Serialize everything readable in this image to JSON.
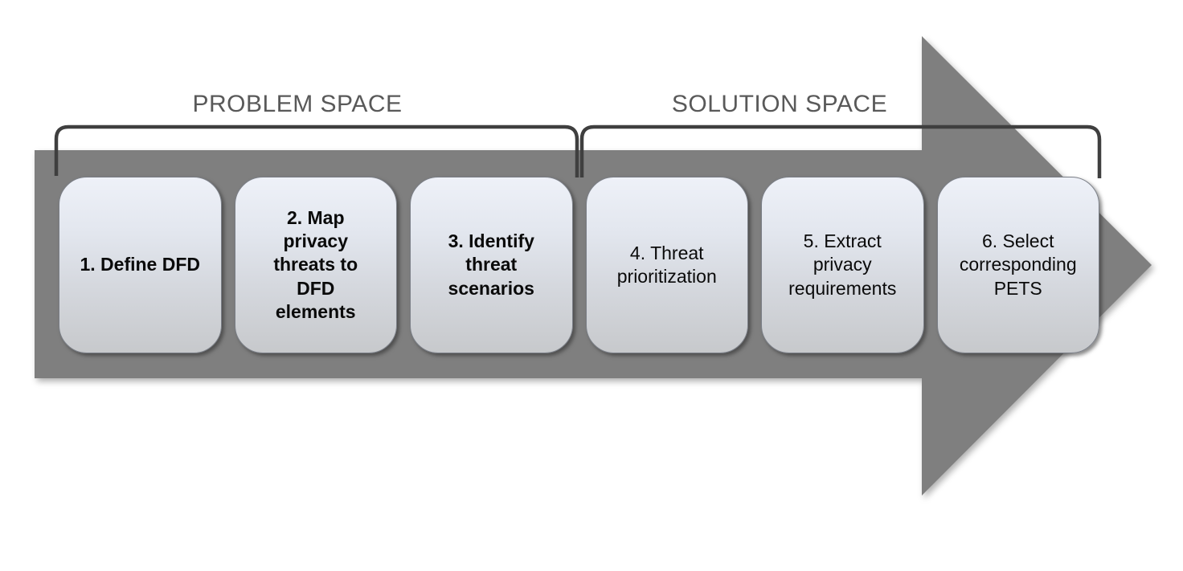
{
  "diagram": {
    "type": "process-flow-arrow",
    "sections": [
      {
        "id": "problem",
        "label": "PROBLEM SPACE"
      },
      {
        "id": "solution",
        "label": "SOLUTION SPACE"
      }
    ],
    "steps": [
      {
        "label": "1. Define DFD",
        "emphasis": "bold",
        "section": "PROBLEM SPACE"
      },
      {
        "label": "2. Map\nprivacy\nthreats to\nDFD\nelements",
        "emphasis": "bold",
        "section": "PROBLEM SPACE"
      },
      {
        "label": "3. Identify\nthreat\nscenarios",
        "emphasis": "bold",
        "section": "PROBLEM SPACE"
      },
      {
        "label": "4. Threat\nprioritization",
        "emphasis": "regular",
        "section": "SOLUTION SPACE"
      },
      {
        "label": "5. Extract\nprivacy\nrequirements",
        "emphasis": "regular",
        "section": "SOLUTION SPACE"
      },
      {
        "label": "6. Select\ncorresponding\nPETS",
        "emphasis": "regular",
        "section": "SOLUTION SPACE"
      }
    ],
    "colors": {
      "arrow_fill": "#7f7f7f",
      "bracket_stroke": "#3f3f3f",
      "section_label_text": "#595959",
      "step_text": "#000000",
      "step_box_gradient_top": "#eef1f8",
      "step_box_gradient_bottom": "#c7c9cc"
    }
  }
}
